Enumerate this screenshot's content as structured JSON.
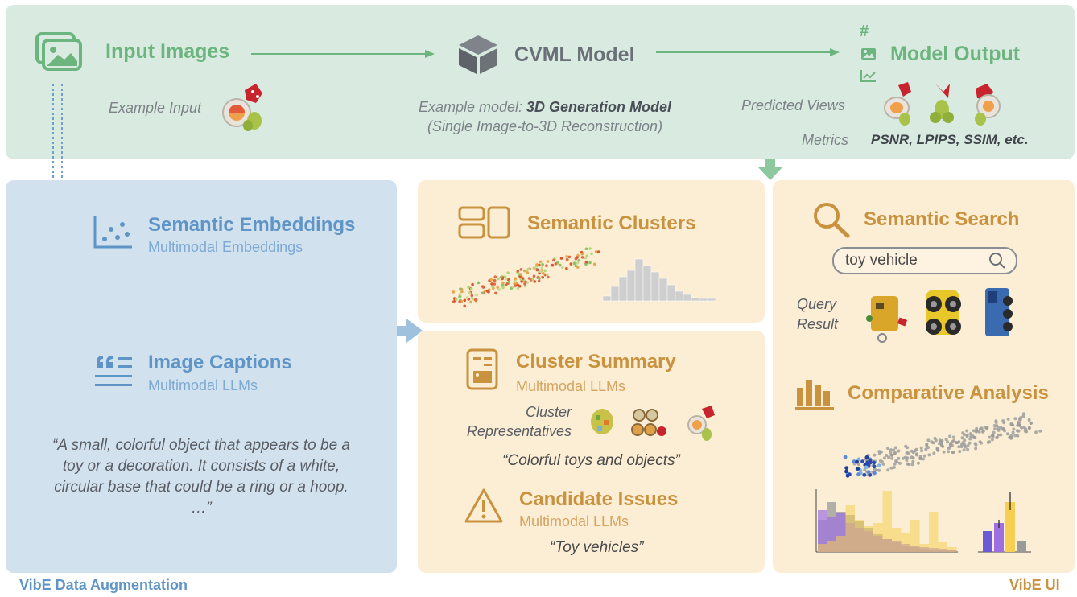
{
  "top": {
    "input_images": "Input Images",
    "example_input": "Example Input",
    "cvml_model": "CVML Model",
    "example_model_prefix": "Example model: ",
    "example_model_name": "3D Generation Model",
    "example_model_sub": "(Single Image-to-3D Reconstruction)",
    "model_output": "Model Output",
    "predicted_views": "Predicted Views",
    "metrics_label": "Metrics",
    "metrics_values": "PSNR, LPIPS, SSIM, etc.",
    "hash_icon_glyph": "#"
  },
  "augmentation": {
    "embeddings_title": "Semantic Embeddings",
    "embeddings_sub": "Multimodal Embeddings",
    "captions_title": "Image Captions",
    "captions_sub": "Multimodal LLMs",
    "caption_quote": "“A small, colorful object that appears to be a toy or a decoration. It consists of a white, circular base that could be a ring or a hoop. …”",
    "footer": "VibE Data Augmentation"
  },
  "clusters": {
    "title": "Semantic Clusters"
  },
  "summary": {
    "title": "Cluster Summary",
    "sub": "Multimodal LLMs",
    "representatives_line1": "Cluster",
    "representatives_line2": "Representatives",
    "quote": "“Colorful toys and objects”"
  },
  "issues": {
    "title": "Candidate Issues",
    "sub": "Multimodal LLMs",
    "quote": "“Toy vehicles”"
  },
  "search": {
    "title": "Semantic Search",
    "query_value": "toy vehicle",
    "query_label_line1": "Query",
    "query_label_line2": "Result"
  },
  "comparative": {
    "title": "Comparative Analysis"
  },
  "ui_footer": "VibE UI",
  "colors": {
    "green": "#6db57e",
    "blue": "#5f95c6",
    "orange": "#c9923e",
    "purple": "#9d6fe0",
    "yellow": "#f6cf52"
  }
}
